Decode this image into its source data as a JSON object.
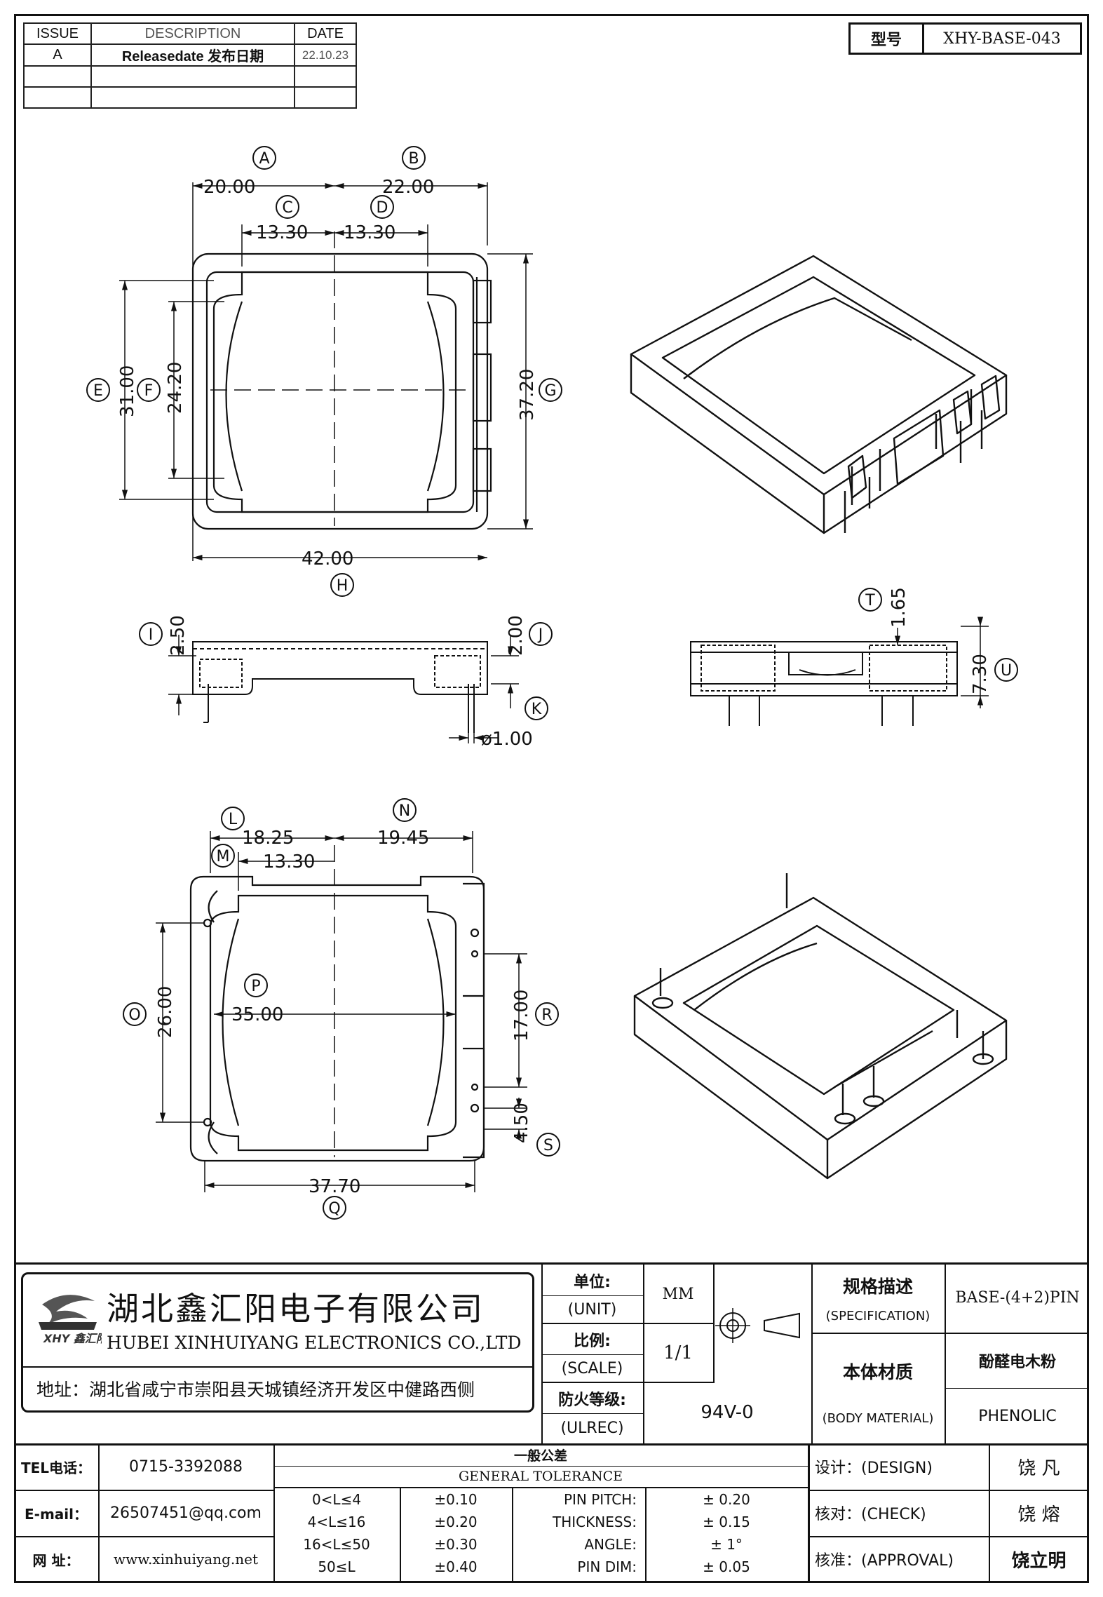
{
  "revision_table": {
    "headers": [
      "ISSUE",
      "DESCRIPTION",
      "DATE"
    ],
    "rows": [
      {
        "issue": "A",
        "description": "Releasedate 发布日期",
        "date": "22.10.23"
      }
    ]
  },
  "model": {
    "label": "型号",
    "value": "XHY-BASE-043"
  },
  "top_view": {
    "dims": {
      "A": "20.00",
      "B": "22.00",
      "C": "13.30",
      "D": "13.30",
      "E": "31.00",
      "F": "24.20",
      "G": "37.20",
      "H": "42.00"
    }
  },
  "front_view": {
    "dims": {
      "I": "2.50",
      "J": "2.00",
      "K": "ø1.00"
    }
  },
  "side_view": {
    "dims": {
      "T": "1.65",
      "U": "7.30"
    }
  },
  "bottom_view": {
    "dims": {
      "L": "18.25",
      "M": "13.30",
      "N": "19.45",
      "O": "26.00",
      "P": "35.00",
      "Q": "37.70",
      "R": "17.00",
      "S": "4.50"
    }
  },
  "labels": [
    "A",
    "B",
    "C",
    "D",
    "E",
    "F",
    "G",
    "H",
    "I",
    "J",
    "K",
    "L",
    "M",
    "N",
    "O",
    "P",
    "Q",
    "R",
    "S",
    "T",
    "U"
  ],
  "company": {
    "name_cn": "湖北鑫汇阳电子有限公司",
    "name_en": "HUBEI XINHUIYANG ELECTRONICS CO.,LTD",
    "address": "地址：湖北省咸宁市崇阳县天城镇经济开发区中健路西侧",
    "logo_text": "XHY 鑫汇阳"
  },
  "meta": {
    "unit_label": "单位:",
    "unit_en": "(UNIT)",
    "unit_value": "MM",
    "scale_label": "比例:",
    "scale_en": "(SCALE)",
    "scale_value": "1/1",
    "fire_label": "防火等级:",
    "fire_en": "(ULREC)",
    "fire_value": "94V-0"
  },
  "spec": {
    "label": "规格描述",
    "label_en": "(SPECIFICATION)",
    "value": "BASE-(4+2)PIN",
    "material_label": "本体材质",
    "material_en": "(BODY MATERIAL)",
    "material_cn": "酚醛电木粉",
    "material_value": "PHENOLIC"
  },
  "contacts": {
    "tel_label": "TEL电话：",
    "tel": "0715-3392088",
    "email_label": "E-mail：",
    "email": "26507451@qq.com",
    "web_label": "网  址：",
    "web": "www.xinhuiyang.net"
  },
  "tolerance": {
    "title_cn": "一般公差",
    "title_en": "GENERAL TOLERANCE",
    "rows": [
      {
        "range": "0<L≤4",
        "tol": "±0.10",
        "item": "PIN PITCH:",
        "val": "±  0.20"
      },
      {
        "range": "4<L≤16",
        "tol": "±0.20",
        "item": "THICKNESS:",
        "val": "±  0.15"
      },
      {
        "range": "16<L≤50",
        "tol": "±0.30",
        "item": "ANGLE:",
        "val": "±  1°"
      },
      {
        "range": "50≤L",
        "tol": "±0.40",
        "item": "PIN DIM:",
        "val": "±  0.05"
      }
    ]
  },
  "approvals": {
    "design_label": "设计：(DESIGN)",
    "design_name": "饶  凡",
    "check_label": "核对：(CHECK)",
    "check_name": "饶  熔",
    "approval_label": "核准：(APPROVAL)",
    "approval_name": "饶立明"
  }
}
